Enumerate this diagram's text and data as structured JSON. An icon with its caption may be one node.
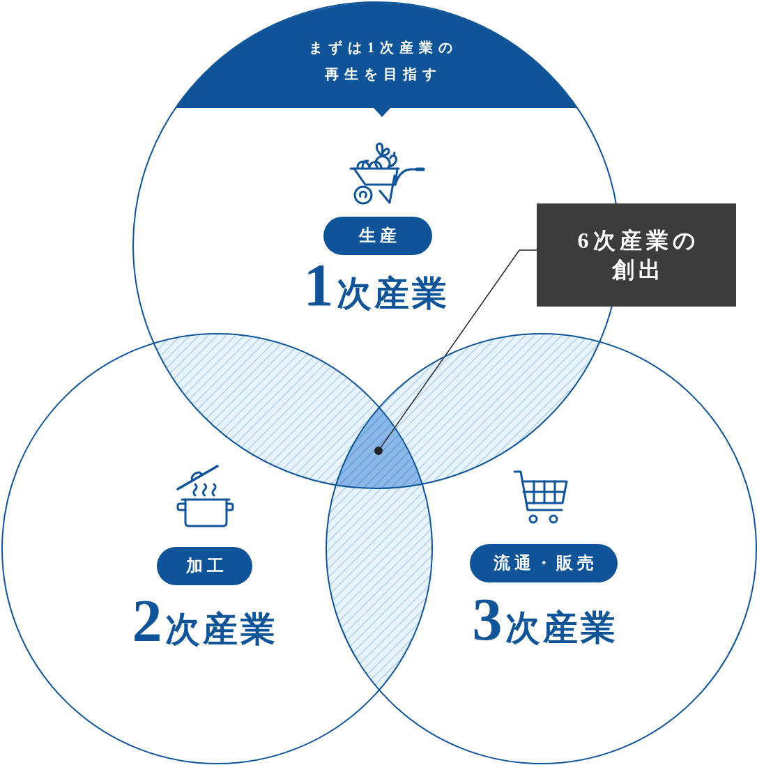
{
  "diagram": {
    "nodes": [
      {
        "text": [
          "1次産業"
        ]
      },
      {
        "text": [
          "まずは1次産業の再生を目指す"
        ],
        "in": 0
      },
      {
        "text": [
          "生産"
        ],
        "in": 0
      },
      {
        "text": [
          "6次産業の創出"
        ]
      },
      {
        "text": [
          "2次産業"
        ]
      },
      {
        "text": [
          "加工"
        ],
        "in": 4
      },
      {
        "text": [
          "3次産業"
        ]
      },
      {
        "text": [
          "流通・販売"
        ],
        "in": 6
      },
      {
        "text": [],
        "shape": "circle"
      }
    ],
    "edges": [
      {
        "from": 3,
        "to": 8,
        "arrow": "none"
      }
    ]
  }
}
